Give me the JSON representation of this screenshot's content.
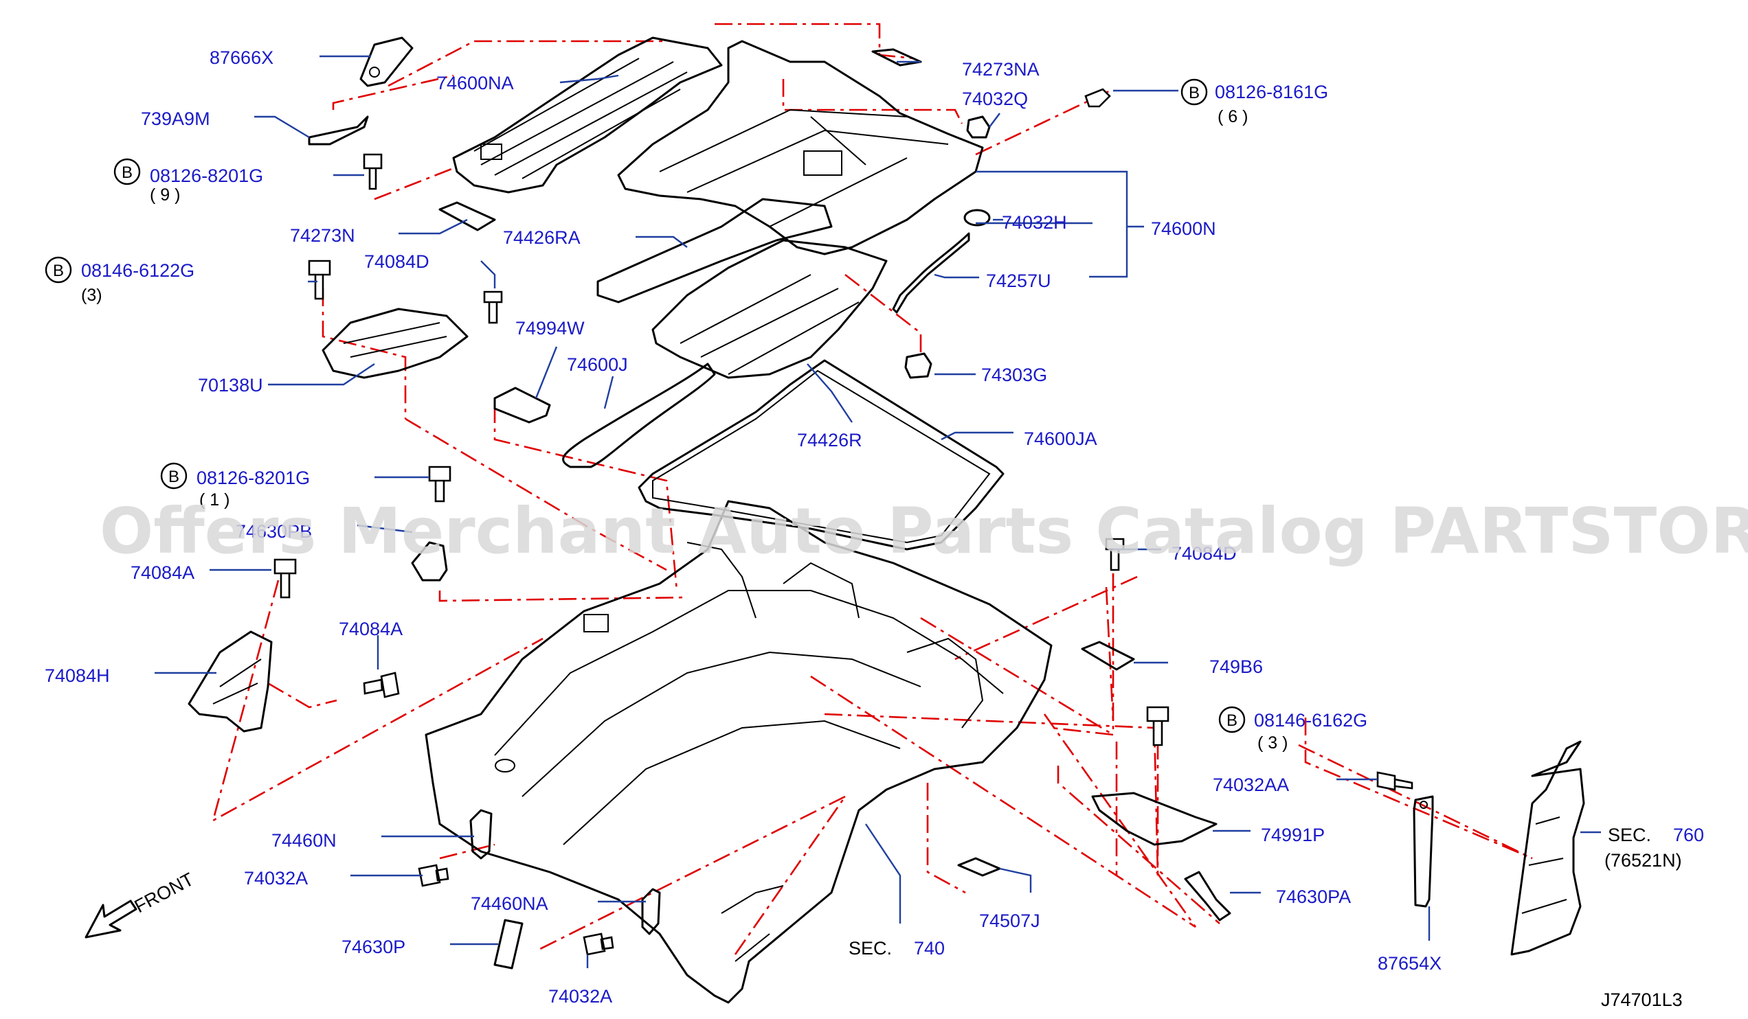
{
  "watermark": "Offers Merchant Auto Parts Catalog PARTSTORE.SA",
  "diagram_code": "J74701L3",
  "front_label": "FRONT",
  "colors": {
    "label": "#1a1ac8",
    "leader": "#1f3fa0",
    "phantom": "#e00000",
    "outline": "#000000",
    "watermark": "#d9d9d9"
  },
  "labels": {
    "p87666X": "87666X",
    "p74600NA": "74600NA",
    "p739A9M": "739A9M",
    "p74273N": "74273N",
    "p74426RA": "74426RA",
    "p74084D_top": "74084D",
    "p74994W": "74994W",
    "p74600J": "74600J",
    "p70138U": "70138U",
    "p74273NA": "74273NA",
    "p74032Q": "74032Q",
    "p74032H": "74032H",
    "p74600N": "74600N",
    "p74257U": "74257U",
    "p74303G": "74303G",
    "p74426R": "74426R",
    "p74600JA": "74600JA",
    "p74630PB": "74630PB",
    "p74084A_left": "74084A",
    "p74084H": "74084H",
    "p74084A_mid": "74084A",
    "p74084D_right": "74084D",
    "p749B6": "749B6",
    "p74032AA": "74032AA",
    "p74991P": "74991P",
    "p74460N": "74460N",
    "p74032A_left": "74032A",
    "p74460NA": "74460NA",
    "p74630P": "74630P",
    "p74032A_bottom": "74032A",
    "p74507J": "74507J",
    "p74630PA": "74630PA",
    "p87654X": "87654X",
    "sec740_prefix": "SEC.",
    "sec740_num": "740",
    "sec760_prefix": "SEC.",
    "sec760_num": "760",
    "sec760_sub": "(76521N)"
  },
  "bolts": [
    {
      "letter": "B",
      "part": "08126-8161G",
      "qty": "( 6 )"
    },
    {
      "letter": "B",
      "part": "08126-8201G",
      "qty": "( 9 )"
    },
    {
      "letter": "B",
      "part": "08146-6122G",
      "qty": "(3)"
    },
    {
      "letter": "B",
      "part": "08126-8201G",
      "qty": "( 1 )"
    },
    {
      "letter": "B",
      "part": "08146-6162G",
      "qty": "( 3 )"
    }
  ]
}
